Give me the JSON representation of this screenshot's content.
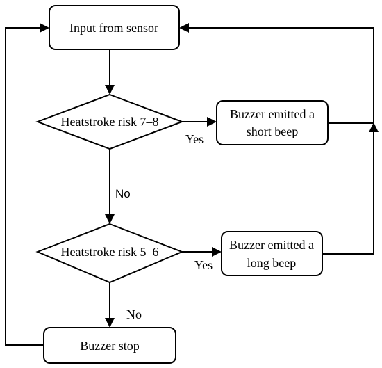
{
  "nodes": {
    "input": "Input from sensor",
    "risk_high": "Heatstroke risk 7–8",
    "short_beep_line1": "Buzzer emitted a",
    "short_beep_line2": "short beep",
    "risk_mid": "Heatstroke risk 5–6",
    "long_beep_line1": "Buzzer emitted a",
    "long_beep_line2": "long beep",
    "stop": "Buzzer stop"
  },
  "edge_labels": {
    "yes_high": "Yes",
    "no_high": "No",
    "yes_mid": "Yes",
    "no_mid": "No"
  }
}
